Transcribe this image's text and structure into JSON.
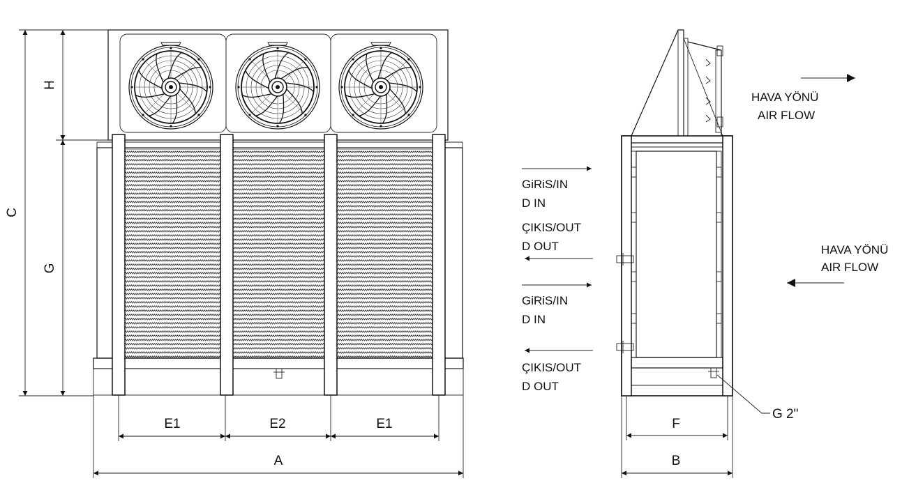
{
  "front_view": {
    "dimensions": {
      "overall_height": "C",
      "fan_section_height": "H",
      "pad_section_height": "G",
      "end_leg_spacing": "E1",
      "middle_leg_spacing": "E2",
      "overall_width": "A"
    },
    "fan_count": 3
  },
  "side_view": {
    "dimensions": {
      "inner_width": "F",
      "overall_depth": "B"
    },
    "drain_label": "G 2\"",
    "connections": [
      {
        "line1": "GiRiS/IN",
        "line2": "D IN",
        "direction": "in"
      },
      {
        "line1": "ÇIKIS/OUT",
        "line2": "D OUT",
        "direction": "out"
      },
      {
        "line1": "GiRiS/IN",
        "line2": "D IN",
        "direction": "in"
      },
      {
        "line1": "ÇIKIS/OUT",
        "line2": "D OUT",
        "direction": "out"
      }
    ],
    "air_flow_top": {
      "line1": "HAVA YÖNÜ",
      "line2": "AIR FLOW"
    },
    "air_flow_side": {
      "line1": "HAVA YÖNÜ",
      "line2": "AIR FLOW"
    }
  }
}
